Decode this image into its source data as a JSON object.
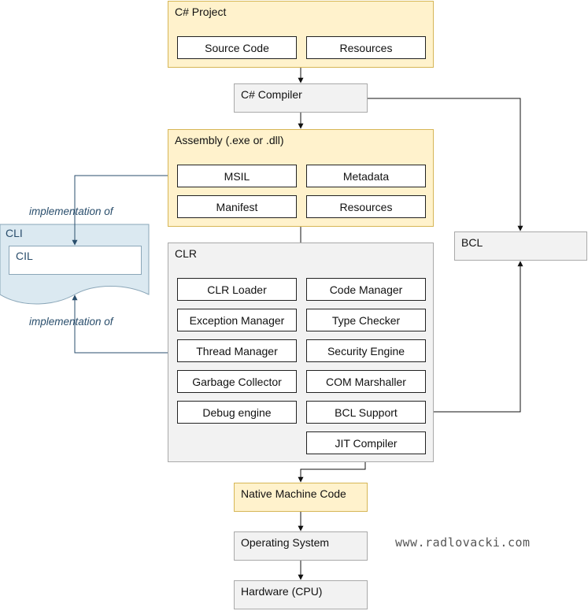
{
  "csharp_project": {
    "title": "C# Project",
    "items": [
      "Source Code",
      "Resources"
    ]
  },
  "compiler": {
    "title": "C# Compiler"
  },
  "assembly": {
    "title": "Assembly (.exe or .dll)",
    "items": [
      "MSIL",
      "Metadata",
      "Manifest",
      "Resources"
    ]
  },
  "clr": {
    "title": "CLR",
    "items": [
      "CLR Loader",
      "Code Manager",
      "Exception Manager",
      "Type Checker",
      "Thread Manager",
      "Security Engine",
      "Garbage Collector",
      "COM Marshaller",
      "Debug engine",
      "BCL Support",
      "JIT Compiler"
    ]
  },
  "bcl": {
    "title": "BCL"
  },
  "cli": {
    "title": "CLI",
    "cil": "CIL"
  },
  "notes": {
    "top": "implementation of",
    "bottom": "implementation of"
  },
  "native": {
    "title": "Native Machine Code"
  },
  "os": {
    "title": "Operating System"
  },
  "hardware": {
    "title": "Hardware (CPU)"
  },
  "watermark": "www.radlovacki.com",
  "colors": {
    "group_fill": "#fff2cc",
    "group_border": "#d6b656",
    "runtime_fill": "#f2f2f2",
    "cli_fill": "#dbe9f1",
    "note_text": "#2a4e6c"
  }
}
